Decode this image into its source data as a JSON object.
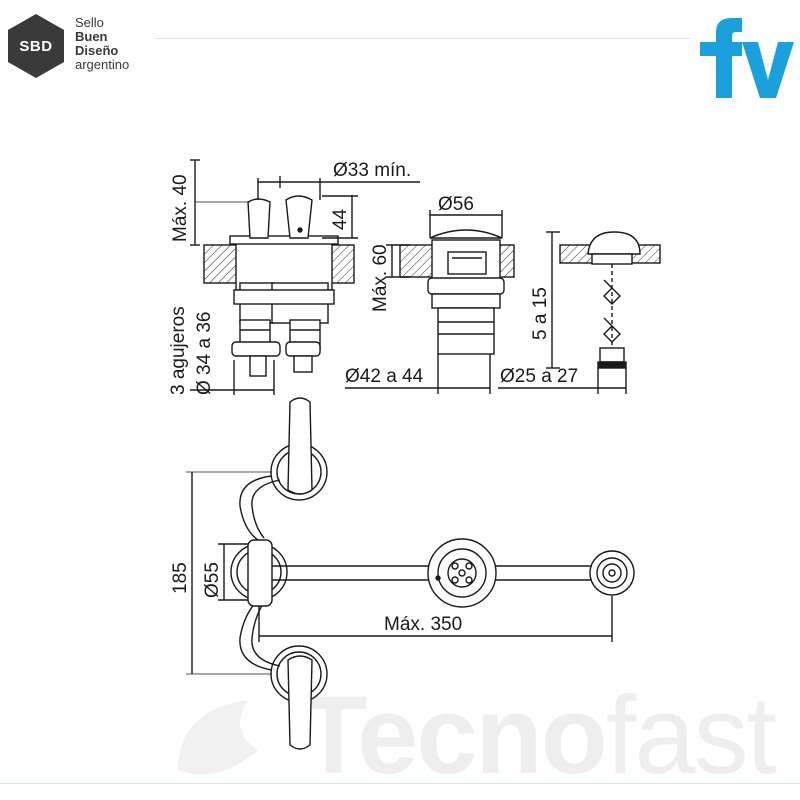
{
  "brand": {
    "sbd_abbrev": "SBD",
    "sbd_line1": "Sello",
    "sbd_line2": "Buen",
    "sbd_line3": "Diseño",
    "sbd_line4": "argentino",
    "fv_logo": "fv",
    "fv_color": "#1aa0dc",
    "watermark_bold": "Tecno",
    "watermark_light": "fast"
  },
  "dimensions": {
    "max_40": "Máx. 40",
    "d33_min": "Ø33 mín.",
    "h44": "44",
    "d56": "Ø56",
    "max_60": "Máx. 60",
    "holes_line1": "3 agujeros",
    "holes_line2": "Ø 34 a 36",
    "d42_44": "Ø42 a 44",
    "d25_27": "Ø25 a 27",
    "range_5_15": "5 a 15",
    "h185": "185",
    "d55": "Ø55",
    "max_350": "Máx. 350"
  }
}
